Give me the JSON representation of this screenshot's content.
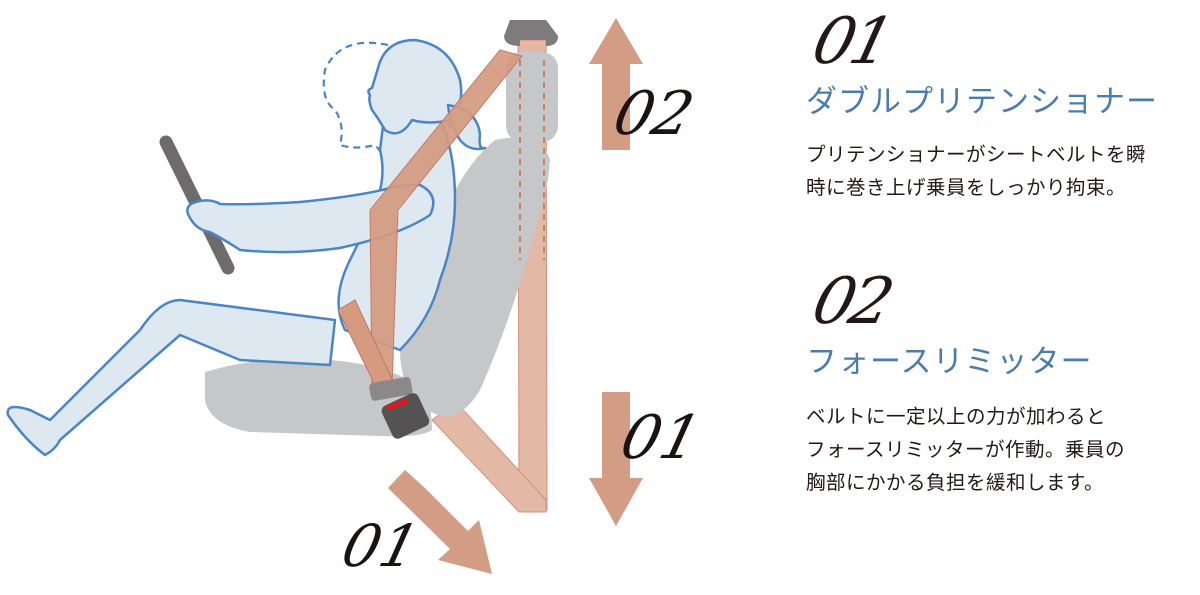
{
  "features": [
    {
      "number": "01",
      "title": "ダブルプリテンショナー",
      "description": "プリテンショナーがシートベルトを瞬\n時に巻き上げ乗員をしっかり拘束。"
    },
    {
      "number": "02",
      "title": "フォースリミッター",
      "description": "ベルトに一定以上の力が加わると\nフォースリミッターが作動。乗員の\n胸部にかかる負担を緩和します。"
    }
  ],
  "illustration": {
    "labels": {
      "arrow_up": "02",
      "arrow_down": "01",
      "arrow_diagonal": "01"
    },
    "icons": [
      "seated-driver-figure",
      "steering-wheel",
      "car-seat",
      "seatbelt",
      "seatbelt-buckle",
      "belt-anchor",
      "arrow-up",
      "arrow-down",
      "arrow-diagonal"
    ]
  },
  "colors": {
    "heading_blue": "#4a7cae",
    "text_dark": "#231815",
    "belt": "#d59a80",
    "belt_light": "#e3b9a6",
    "arrow": "#d39c84",
    "figure_fill": "#dde8f0",
    "figure_stroke": "#4a86c5",
    "seat": "#c6c7c9",
    "buckle": "#555253",
    "buckle_red": "#e0191e"
  }
}
